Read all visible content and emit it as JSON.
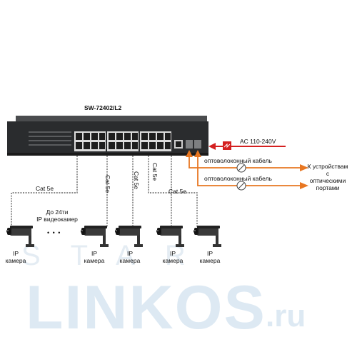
{
  "switch": {
    "model": "SW-72402/L2"
  },
  "power": {
    "label": "AC 110-240V"
  },
  "fiber": {
    "cable1": "оптоволоконный кабель",
    "cable2": "оптоволоконный кабель",
    "target_line1": "К устройствам",
    "target_line2": "с",
    "target_line3": "оптическими",
    "target_line4": "портами"
  },
  "cables": {
    "cat_left": "Cat 5e",
    "cat_v1": "Cat 5e",
    "cat_v2": "Cat 5e",
    "cat_v3": "Cat 5e",
    "cat_right": "Cat 5e"
  },
  "note": {
    "line1": "До 24ти",
    "line2": "IP видеокамер"
  },
  "ellipsis": "• • •",
  "cameras": [
    {
      "line1": "IP",
      "line2": "камера"
    },
    {
      "line1": "IP",
      "line2": "камера"
    },
    {
      "line1": "IP",
      "line2": "камера"
    },
    {
      "line1": "IP",
      "line2": "камера"
    },
    {
      "line1": "IP",
      "line2": "камера"
    }
  ],
  "watermark": {
    "star": "STAR",
    "links": "LINKOS",
    "ru": ".ru"
  },
  "colors": {
    "fiber": "#e87722",
    "power": "#d42020",
    "switch_body": "#2a2c2e"
  }
}
